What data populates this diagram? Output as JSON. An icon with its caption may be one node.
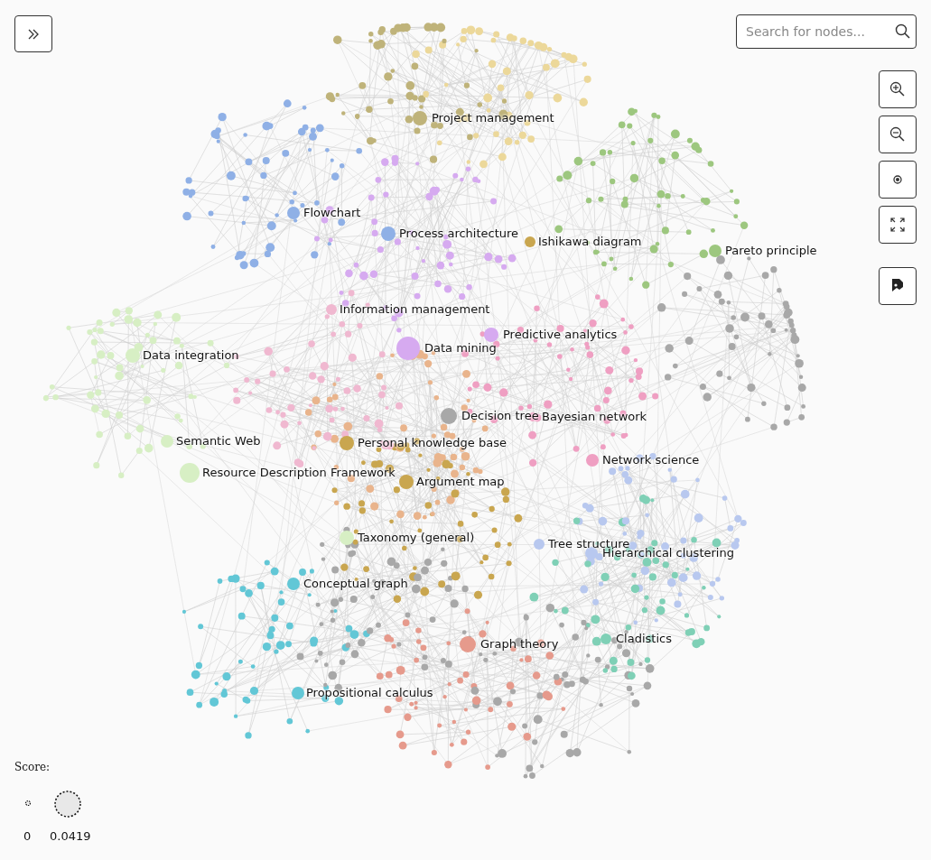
{
  "diagram": {
    "labels": [
      "Search for nodes...",
      "Project management",
      "Flowchart",
      "Process architecture",
      "Ishikawa diagram",
      "Pareto principle",
      "Information management",
      "Predictive analytics",
      "Data mining",
      "Data integration",
      "Decision tree",
      "Bayesian network",
      "Personal knowledge base",
      "Semantic Web",
      "Network science",
      "Resource Description Framework",
      "Argument map",
      "Taxonomy (general)",
      "Tree structure",
      "Hierarchical clustering",
      "Conceptual graph",
      "Cladistics",
      "Graph theory",
      "Propositional calculus",
      "Score:"
    ],
    "legend": [
      {
        "text": "0"
      },
      {
        "text": "0.0419"
      }
    ]
  }
}
